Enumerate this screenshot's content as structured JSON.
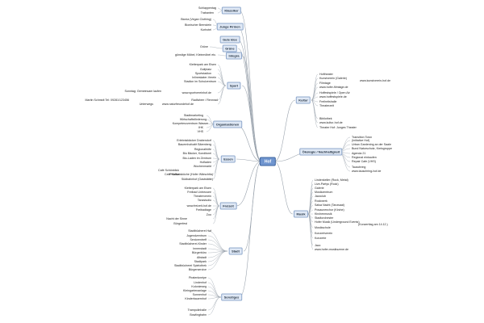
{
  "center": "Hof",
  "topics": {
    "klassiker": "Klassiker",
    "junge_firmen": "Junge Firmen",
    "gute_idee": "Gute Idee",
    "gruene": "Grüne",
    "integra": "Integra",
    "sport": "Sport",
    "organisationen": "Organisationen",
    "essen": "Essen",
    "freizeit": "Freizeit",
    "stadt": "Stadt",
    "kultur": "Kultur",
    "oekologie": "Ökologie / Nachhaltigkeit",
    "musik": "Musik",
    "sonstiges": "Sonstiges"
  },
  "left_text": {
    "k1": "Schlappentag",
    "k2": "Trabanten",
    "j1": "Bionia (Vegan Clothing)",
    "j2": "Bionischer Bernstein",
    "j3": "Kurhotel",
    "g1": "Grüne",
    "i1": "günstige Möbel, Kleinmöbel etc.",
    "s1": "Kletterpark am Eisen",
    "s2": "Golfplatz",
    "s3": "Sportstadion",
    "s4": "Inlineskater-Verein",
    "s5": "Stadion im Schulzentrum",
    "s6": "Sonntag: Gemeinsam laufen",
    "s7": "www.sportvereinhof.de",
    "s8": "Radfahrer / Rennrad",
    "s9": "Martin Schmidt Tel: 09281/123456",
    "s10": "www.naturfreundehof.de",
    "s11": "Unterwegs",
    "o1": "Stadtmarketing",
    "o2": "Wirtschaftsförderung",
    "o3": "Kompetenzzentrum Wasser",
    "o4": "IHK",
    "o5": "VHS",
    "e1": "Erlebnisbäcker Drabendorf",
    "e2": "Bauernhofcafé Bärenberg",
    "e3": "Regionalhöfe",
    "e4": "Bio Bäcker, Konditorei",
    "e5": "Bio-Laden im Zentrum",
    "e6": "Hofladen",
    "e7": "Wochenmarkt",
    "e8": "Café Schönblick",
    "e9": "Café Kultur",
    "e10": "Prädikatsküche (Hofer Wärschtla)",
    "e11": "Südbahnhof (Gaststätte)",
    "f1": "Kletterpark am Eisen",
    "f2": "Freibad Untreusee",
    "f3": "Theaterverein",
    "f4": "Tanzstudio",
    "f5": "www.freizeit-hof.de",
    "f6": "Freibadtage",
    "f7": "Zoo",
    "f8": "Nacht der Sinne",
    "f9": "Bürgerfest",
    "st1": "Stadtbücherei Hof",
    "st2": "Jugendzentrum",
    "st3": "Seniorentreff",
    "st4": "Stadtbücherei-Kinder",
    "st5": "Innenstadt",
    "st6": "Bürgerbüro",
    "st7": "Altstadt",
    "st8": "Stadtpark",
    "st9": "Stadtbücherei Spielothek",
    "st10": "Bürgerservice",
    "so1": "Piratenkneipe",
    "so2": "Lindenhof",
    "so3": "Kolonieweg",
    "so4": "Kleingartenanlage",
    "so5": "Sonnenhof",
    "so6": "Kinderbauernhof",
    "so7": "Trampolinhalle",
    "so8": "Bowlingbahn"
  },
  "right_text": {
    "ku1": "Hoftheater",
    "ku2": "Kunstverein (Galerie)",
    "ku3": "www.kunstverein-hof.de",
    "ku4": "Filmtage",
    "ku5": "www.hofer-filmtage.de",
    "ku6": "Hoffestspiele / Open Air",
    "ku7": "www.hoffestspiele.de",
    "ku8": "Freiheitshalle",
    "ku9": "Theaterzeit",
    "ku10": "Bibliothek",
    "ku11": "www.kultur-hof.de",
    "ku12": "Theater Hof: Junges Theater",
    "ok1": "Transition Town",
    "ok2": "(Initiative Hof)",
    "ok3": "Urban Gardening an der Saale",
    "ok4": "Bund Naturschutz, Kreisgruppe",
    "ok5": "Agenda 21",
    "ok6": "Regional einkaufen",
    "ok7": "Repair Cafe (VHS)",
    "ok8": "Tauschring",
    "ok9": "www.tauschring-hof.de",
    "m1": "Lindenkeller (Rock, Metal)",
    "m2": "Live-Partys (Rock)",
    "m3": "Galerie",
    "m4": "Musikzentrum",
    "m5": "Jazzclub",
    "m6": "Rockwerk",
    "m7": "Salsa Nacht (Tanzsaal)",
    "m8": "Posaunenchor (Kirche)",
    "m9": "Kirchenmusik",
    "m10": "Stadtorchester",
    "m11": "Hofer Musik (Underground Events)",
    "m12": "Musikschule",
    "m13": "(Konzerttag am 14.12.)",
    "m14": "Konzertverein",
    "m15": "Konzerte",
    "m16": "Jazz",
    "m17": "www.hofer-musikszene.de"
  }
}
